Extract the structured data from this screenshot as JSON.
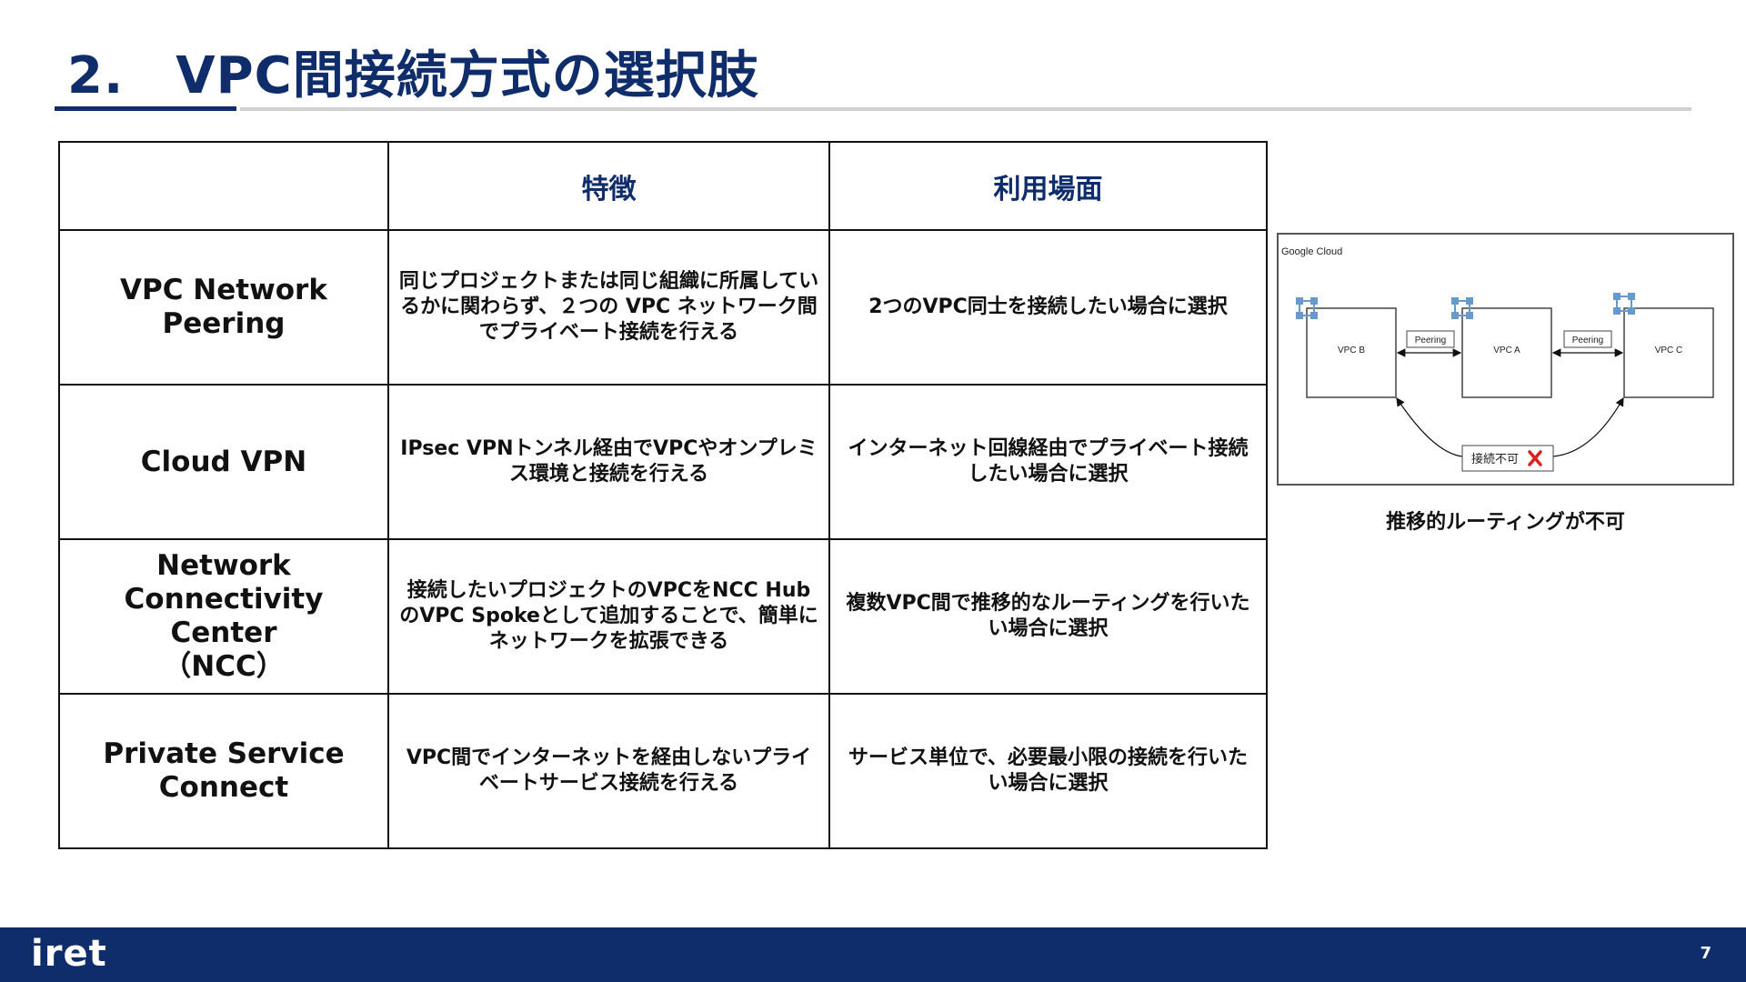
{
  "slide": {
    "title": "2.　VPC間接続方式の選択肢",
    "page_number": "7",
    "logo_text": "iret"
  },
  "table": {
    "headers": [
      "",
      "特徴",
      "利用場面"
    ],
    "rows": [
      {
        "name": "VPC Network\nPeering",
        "feature": "同じプロジェクトまたは同じ組織に所属しているかに関わらず、２つの VPC ネットワーク間でプライベート接続を行える",
        "usage": "2つのVPC同士を接続したい場合に選択"
      },
      {
        "name": "Cloud VPN",
        "feature": "IPsec VPNトンネル経由でVPCやオンプレミス環境と接続を行える",
        "usage": "インターネット回線経由でプライベート接続したい場合に選択"
      },
      {
        "name": "Network\nConnectivity Center\n（NCC）",
        "feature": "接続したいプロジェクトのVPCをNCC HubのVPC Spokeとして追加することで、簡単にネットワークを拡張できる",
        "usage": "複数VPC間で推移的なルーティングを行いたい場合に選択"
      },
      {
        "name": "Private Service\nConnect",
        "feature": "VPC間でインターネットを経由しないプライベートサービス接続を行える",
        "usage": "サービス単位で、必要最小限の接続を行いたい場合に選択"
      }
    ]
  },
  "diagram": {
    "label": "Google Cloud",
    "vpc_b": "VPC B",
    "vpc_a": "VPC A",
    "vpc_c": "VPC C",
    "peering_left": "Peering",
    "peering_right": "Peering",
    "blocked_label": "接続不可",
    "blocked_icon": "cross-icon",
    "caption": "推移的ルーティングが不可",
    "icon_color": "#6699cc",
    "cross_color": "#e02020"
  },
  "colors": {
    "brand_navy": "#0f2d6b"
  }
}
